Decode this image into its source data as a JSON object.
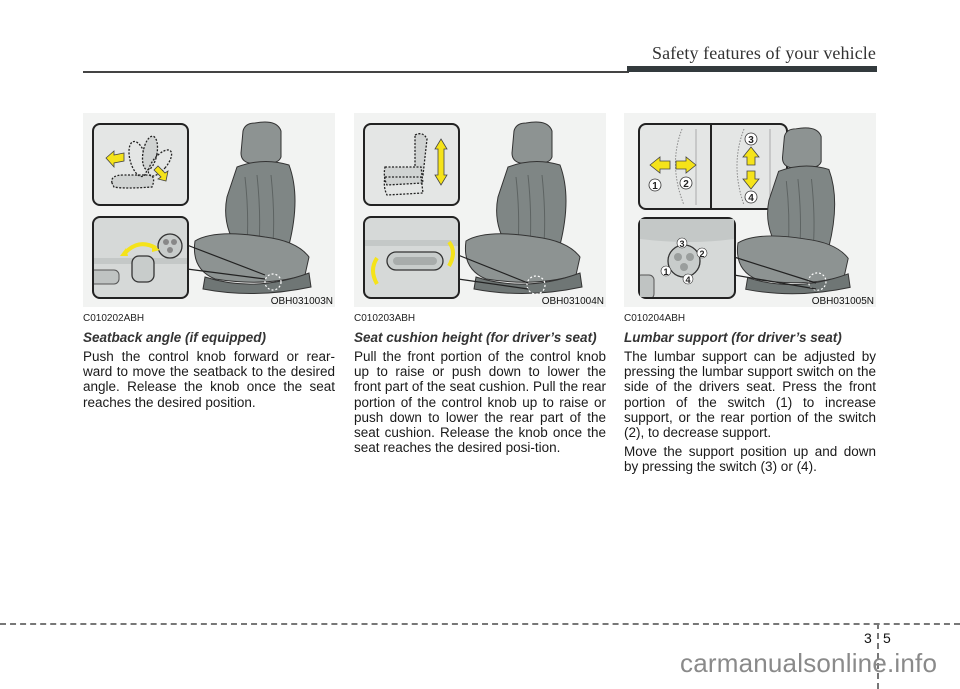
{
  "header": {
    "title": "Safety features of your vehicle"
  },
  "sections": [
    {
      "figure_code": "OBH031003N",
      "code": "C010202ABH",
      "title": "Seatback angle (if equipped)",
      "paragraphs": [
        "Push the control knob forward or rear-ward to move the seatback to the desired angle. Release the knob once the seat reaches the desired position."
      ],
      "figure_icons": [
        "seatback-recline-diagram",
        "yellow-arrow-forward",
        "yellow-arrow-rearward",
        "recline-knob-closeup",
        "curved-yellow-arrow"
      ]
    },
    {
      "figure_code": "OBH031004N",
      "code": "C010203ABH",
      "title": "Seat cushion height (for driver’s seat)",
      "paragraphs": [
        "Pull the front portion of the control knob up to raise or push down to lower the front part of the seat cushion. Pull the rear portion of the control knob up to raise or push down to lower the rear part of the seat cushion. Release the knob once the seat reaches the desired posi-tion."
      ],
      "figure_icons": [
        "seat-height-diagram",
        "yellow-double-arrow-vertical",
        "cushion-switch-closeup",
        "curved-yellow-arrows"
      ]
    },
    {
      "figure_code": "OBH031005N",
      "code": "C010204ABH",
      "title": "Lumbar support (for driver’s seat)",
      "paragraphs": [
        "The lumbar support can be adjusted by pressing the lumbar support switch on the side of the drivers seat. Press the front portion of the switch (1) to increase support, or the rear portion of the switch (2), to decrease support.",
        "Move the support position up and down by pressing the switch (3) or (4)."
      ],
      "figure_labels": [
        "1",
        "2",
        "3",
        "4"
      ],
      "figure_icons": [
        "lumbar-diagram",
        "yellow-arrow-left",
        "yellow-arrow-right",
        "yellow-arrow-up",
        "yellow-arrow-down",
        "lumbar-switch-closeup"
      ]
    }
  ],
  "footer": {
    "chapter": "3",
    "page": "5",
    "watermark": "carmanualsonline.info"
  },
  "colors": {
    "arrow_yellow": "#f5e31a",
    "header_bar": "#333a3d",
    "figure_bg": "#f2f3f2"
  }
}
